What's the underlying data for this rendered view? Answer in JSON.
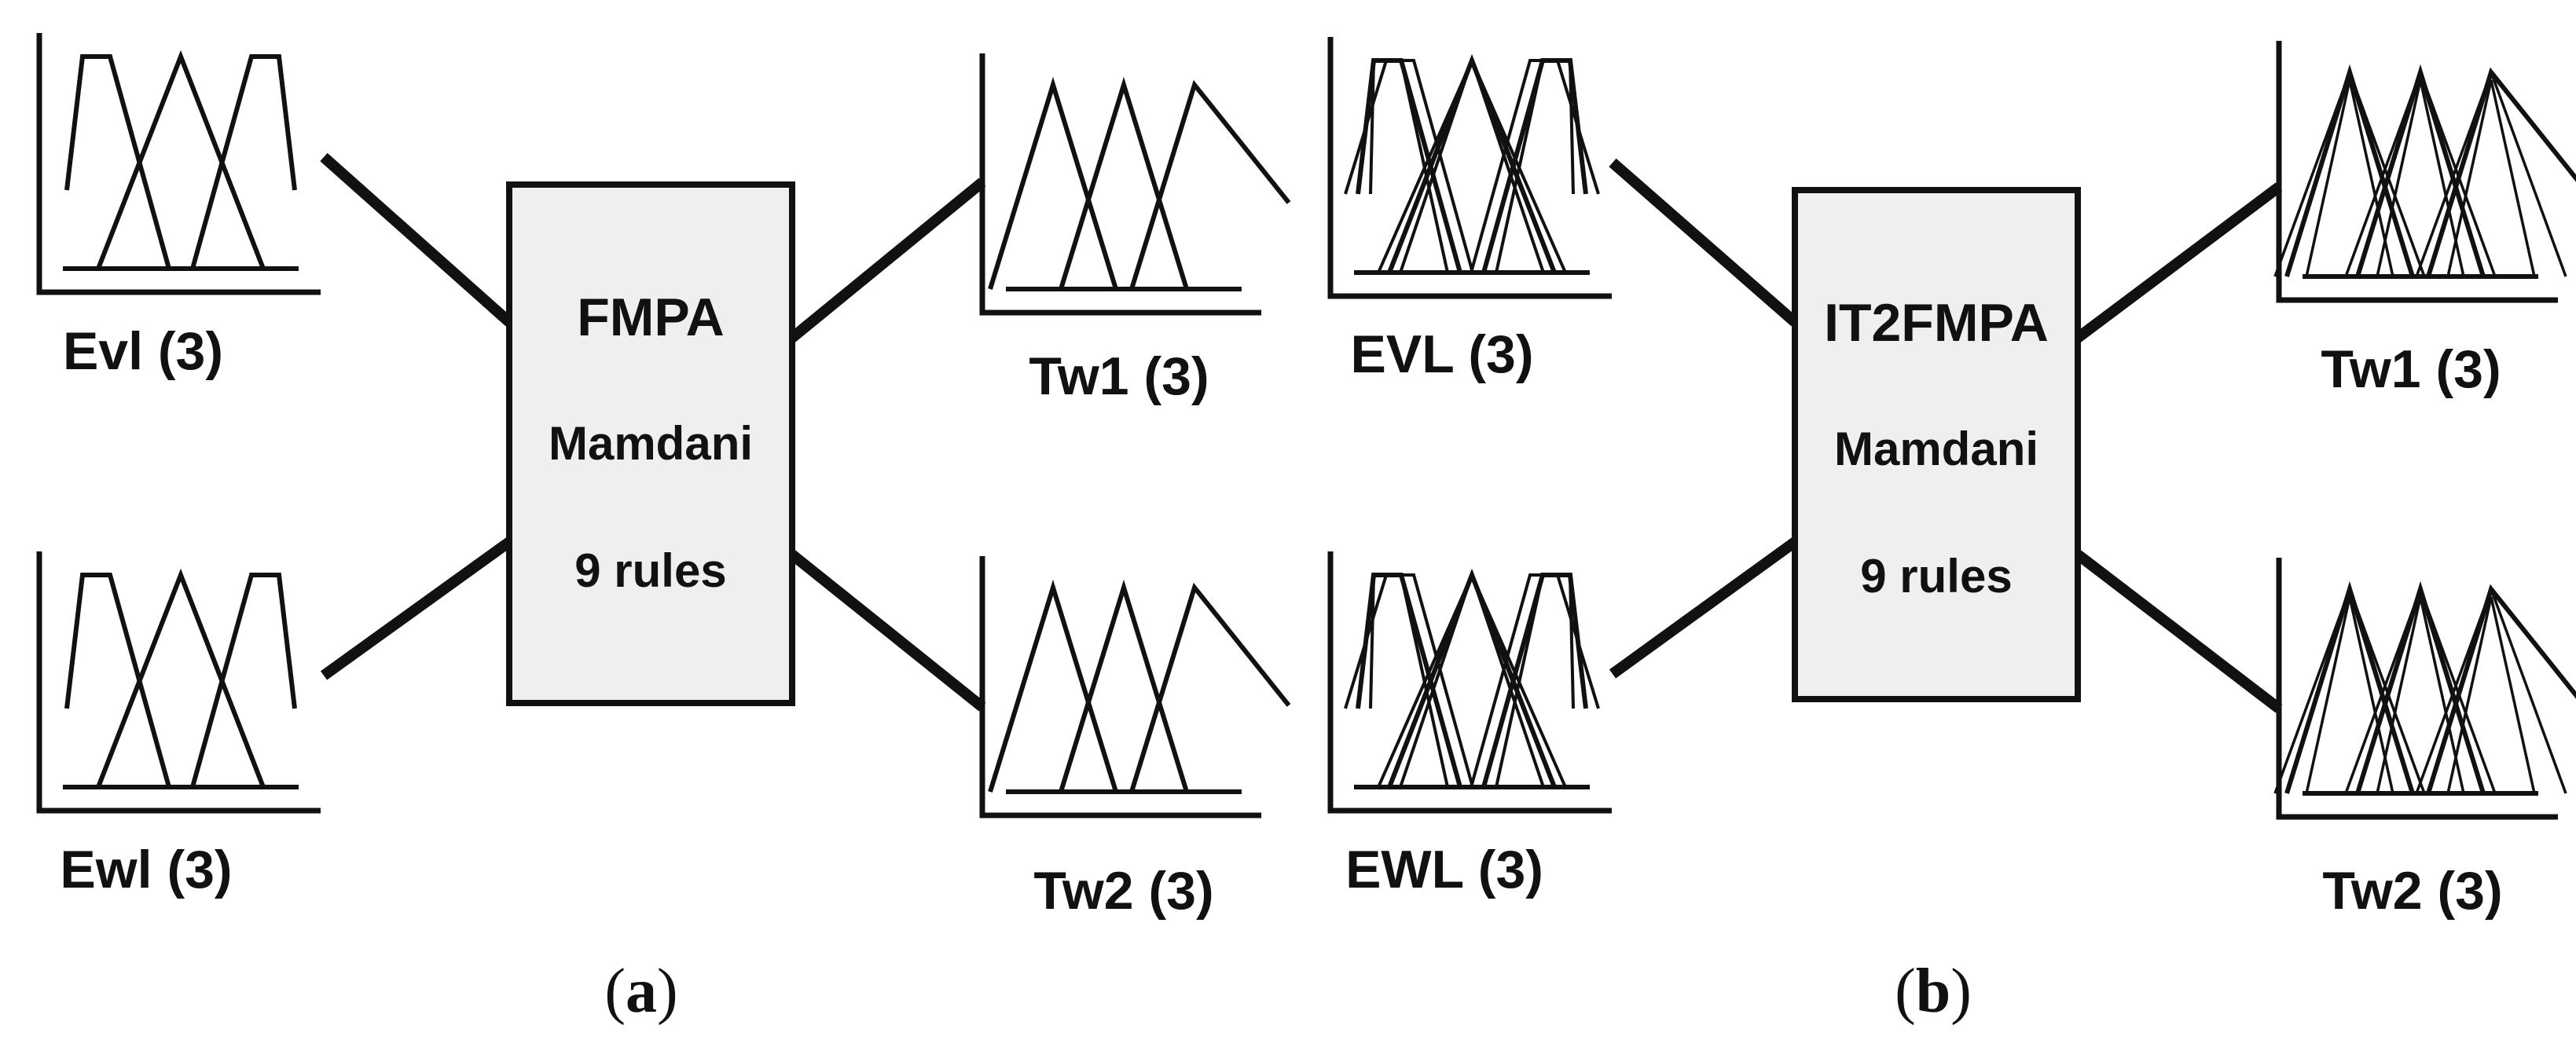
{
  "panels": [
    {
      "caption": {
        "open": "(",
        "letter": "a",
        "close": ")"
      },
      "system": {
        "name": "FMPA",
        "type": "Mamdani",
        "rules": "9 rules"
      },
      "inputs": [
        {
          "name": "Evl (3)",
          "mf_shape": "trapezoid-triangle-trapezoid",
          "interval_type": 1
        },
        {
          "name": "Ewl (3)",
          "mf_shape": "trapezoid-triangle-trapezoid",
          "interval_type": 1
        }
      ],
      "outputs": [
        {
          "name": "Tw1 (3)",
          "mf_shape": "triangles",
          "interval_type": 1
        },
        {
          "name": "Tw2 (3)",
          "mf_shape": "triangles",
          "interval_type": 1
        }
      ]
    },
    {
      "caption": {
        "open": "(",
        "letter": "b",
        "close": ")"
      },
      "system": {
        "name": "IT2FMPA",
        "type": "Mamdani",
        "rules": "9 rules"
      },
      "inputs": [
        {
          "name": "EVL (3)",
          "mf_shape": "trapezoid-triangle-trapezoid",
          "interval_type": 2
        },
        {
          "name": "EWL (3)",
          "mf_shape": "trapezoid-triangle-trapezoid",
          "interval_type": 2
        }
      ],
      "outputs": [
        {
          "name": "Tw1 (3)",
          "mf_shape": "triangles",
          "interval_type": 2
        },
        {
          "name": "Tw2 (3)",
          "mf_shape": "triangles",
          "interval_type": 2
        }
      ]
    }
  ],
  "colors": {
    "stroke": "#111111",
    "box_fill": "#efefef",
    "background": "#ffffff"
  }
}
